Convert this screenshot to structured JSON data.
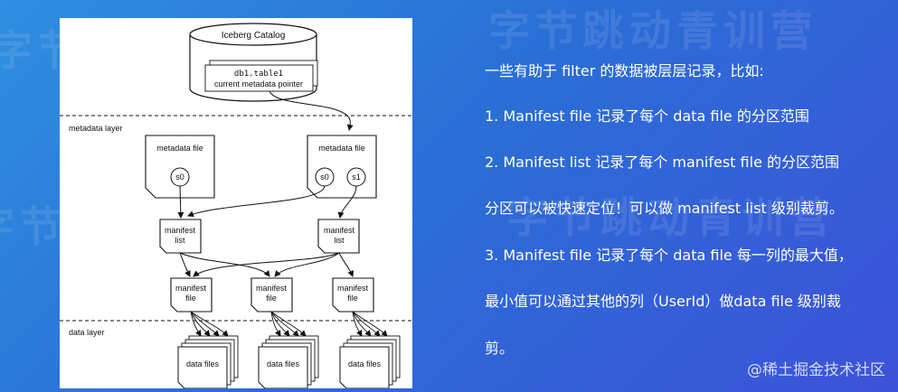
{
  "watermark": {
    "text": "字节跳动青训营"
  },
  "diagram": {
    "catalog": {
      "title": "Iceberg Catalog",
      "table": "db1.table1",
      "pointer_label": "current metadata pointer"
    },
    "layers": {
      "metadata": "metadata layer",
      "data": "data layer"
    },
    "metadata_files": [
      {
        "label": "metadata file",
        "snapshots": [
          "s0"
        ]
      },
      {
        "label": "metadata file",
        "snapshots": [
          "s0",
          "s1"
        ]
      }
    ],
    "manifest_lists": [
      {
        "line1": "manifest",
        "line2": "list"
      },
      {
        "line1": "manifest",
        "line2": "list"
      }
    ],
    "manifest_files": [
      {
        "line1": "manifest",
        "line2": "file"
      },
      {
        "line1": "manifest",
        "line2": "file"
      },
      {
        "line1": "manifest",
        "line2": "file"
      }
    ],
    "data_files": [
      "data files",
      "data files",
      "data files"
    ]
  },
  "notes": {
    "intro": "一些有助于 filter 的数据被层层记录，比如:",
    "item1": "1.   Manifest file 记录了每个 data file 的分区范围",
    "item2": "2.   Manifest list 记录了每个 manifest file 的分区范围",
    "item2_cont": "分区可以被快速定位！可以做 manifest list 级别裁剪。",
    "item3": "3.  Manifest file 记录了每个 data file 每一列的最大值，",
    "item3_cont": "最小值可以通过其他的列（UserId）做data file 级别裁",
    "item3_end": "剪。"
  },
  "credit": "@稀土掘金技术社区",
  "colors": {
    "background_start": "#2f8fe0",
    "background_end": "#3d52d8",
    "panel": "#ffffff",
    "text": "#ffffff"
  }
}
